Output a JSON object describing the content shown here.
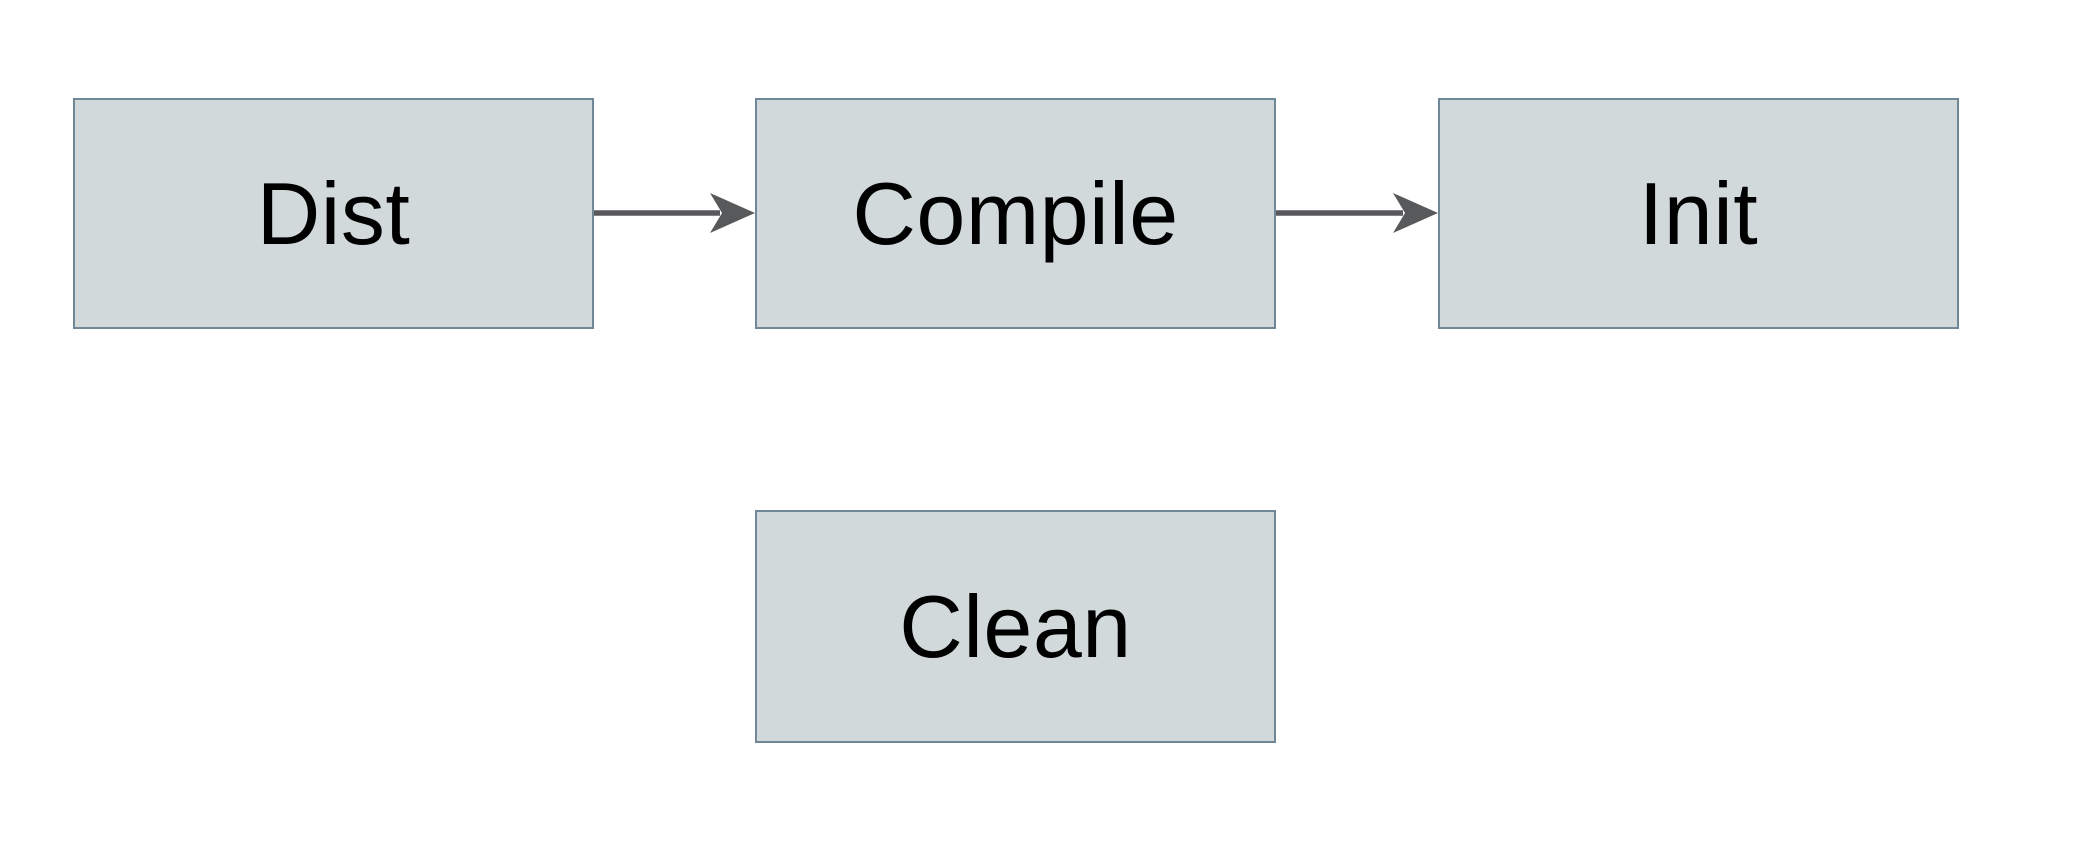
{
  "diagram": {
    "type": "flowchart",
    "background_color": "#ffffff",
    "node_fill_color": "#d1d9db",
    "node_border_color": "#6f8797",
    "arrow_color": "#58595b",
    "text_color": "#000000",
    "nodes": [
      {
        "id": "dist",
        "label": "Dist"
      },
      {
        "id": "compile",
        "label": "Compile"
      },
      {
        "id": "init",
        "label": "Init"
      },
      {
        "id": "clean",
        "label": "Clean"
      }
    ],
    "edges": [
      {
        "from": "Dist",
        "to": "Compile",
        "style": "solid-arrow"
      },
      {
        "from": "Compile",
        "to": "Init",
        "style": "solid-arrow"
      }
    ]
  }
}
